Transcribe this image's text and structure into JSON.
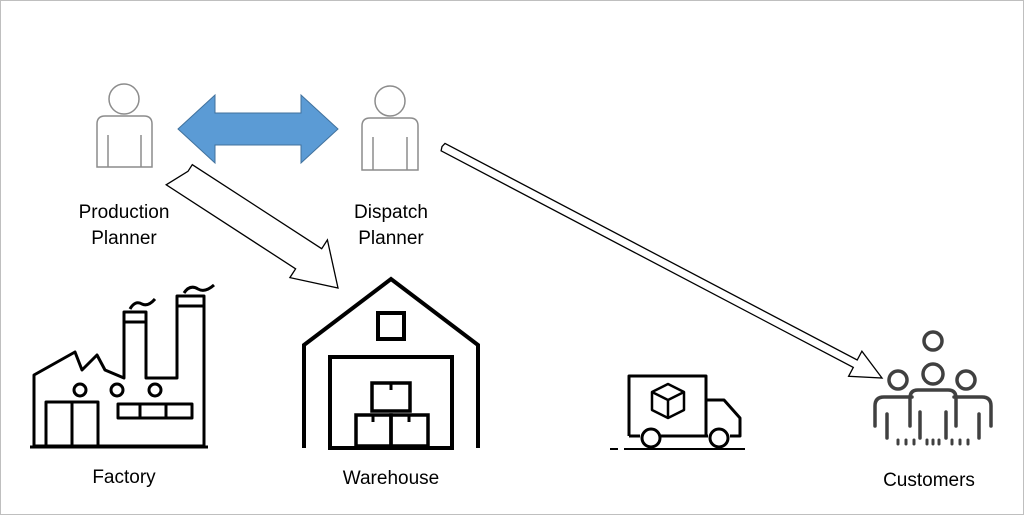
{
  "nodes": {
    "production_planner": {
      "line1": "Production",
      "line2": "Planner"
    },
    "dispatch_planner": {
      "line1": "Dispatch",
      "line2": "Planner"
    },
    "factory": {
      "label": "Factory"
    },
    "warehouse": {
      "label": "Warehouse"
    },
    "customers": {
      "label": "Customers"
    }
  },
  "icons": {
    "production_planner": "person-icon",
    "dispatch_planner": "person-icon",
    "factory": "factory-icon",
    "warehouse": "warehouse-icon",
    "truck": "delivery-truck-icon",
    "customers": "customers-group-icon"
  },
  "colors": {
    "double_arrow_fill": "#5b9bd5",
    "double_arrow_stroke": "#41719c",
    "person_stroke": "#8c8c8c",
    "icon_stroke": "#000000",
    "customers_stroke": "#404040"
  }
}
